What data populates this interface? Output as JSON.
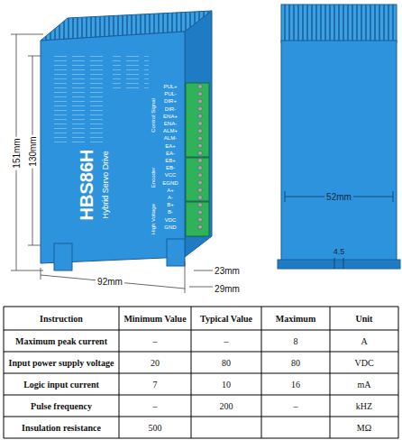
{
  "diagram": {
    "labels": [
      "151mm",
      "130mm",
      "92mm",
      "23mm",
      "29mm",
      "52mm",
      "4.5",
      "HBS86H",
      "Hybrid Servo Drive",
      "Control Signal",
      "Encoder",
      "High Voltage",
      "PUL+",
      "PUL-",
      "DIR+",
      "DIR-",
      "ENA+",
      "ENA-",
      "ALM+",
      "ALM-",
      "EA+",
      "EA-",
      "EB+",
      "EB-",
      "VCC",
      "EGND",
      "A+",
      "A-",
      "B+",
      "B-",
      "VDC",
      "GND",
      "Instruction",
      "Minimum Value",
      "Typical Value",
      "Maximum",
      "Unit",
      "Maximum peak current",
      "–",
      "–",
      "8",
      "A",
      "Input power supply voltage",
      "20",
      "80",
      "80",
      "VDC",
      "Logic input current",
      "7",
      "10",
      "16",
      "mA",
      "Pulse frequency",
      "–",
      "200",
      "–",
      "kHZ",
      "Insulation resistance",
      "500",
      "MΩ"
    ]
  }
}
